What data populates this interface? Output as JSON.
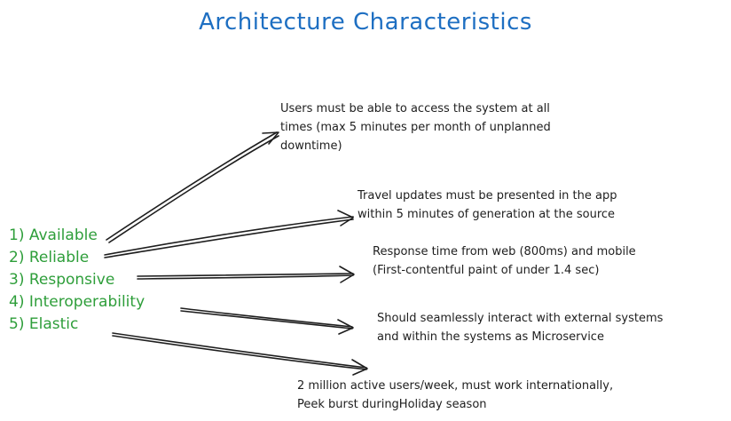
{
  "title": "Architecture Characteristics",
  "colors": {
    "title": "#1e6fc2",
    "characteristics": "#2e9e3a",
    "text": "#1e1e1e"
  },
  "characteristics": [
    {
      "label": "1) Available"
    },
    {
      "label": "2) Reliable"
    },
    {
      "label": "3) Responsive"
    },
    {
      "label": "4) Interoperability"
    },
    {
      "label": "5) Elastic"
    }
  ],
  "descriptions": [
    {
      "lines": [
        "Users must be able to access the system at all",
        "times (max 5 minutes per month of unplanned",
        "downtime)"
      ]
    },
    {
      "lines": [
        "Travel updates must be presented in the app",
        "within 5 minutes of generation at the source"
      ]
    },
    {
      "lines": [
        "Response time from web (800ms) and mobile",
        "(First-contentful paint of under 1.4 sec)"
      ]
    },
    {
      "lines": [
        "Should seamlessly interact with external systems",
        "and within the systems as Microservice"
      ]
    },
    {
      "lines": [
        "2 million active users/week, must work internationally,",
        "Peek burst duringHoliday season"
      ]
    }
  ]
}
